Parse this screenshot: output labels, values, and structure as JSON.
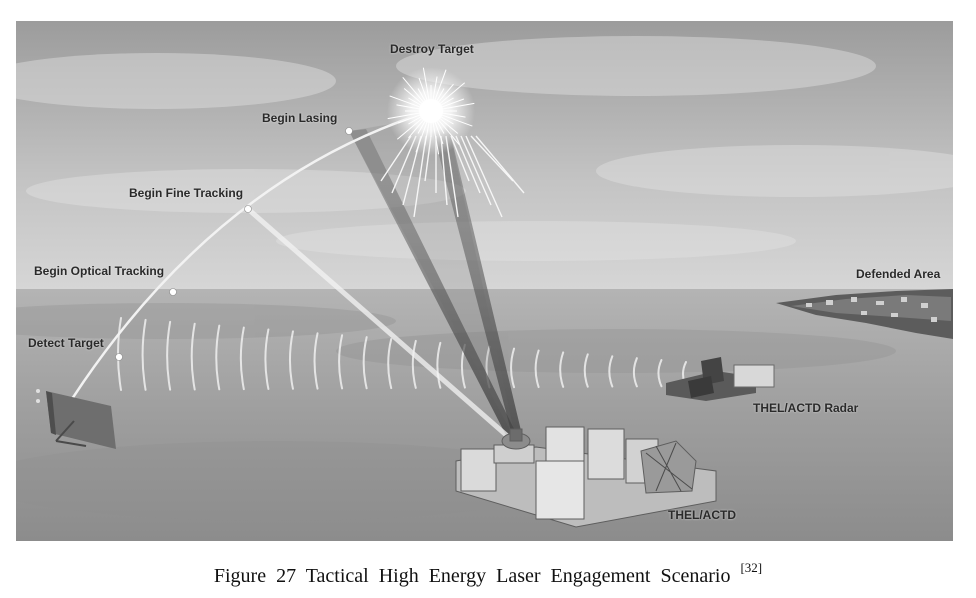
{
  "labels": {
    "destroy_target": "Destroy Target",
    "begin_lasing": "Begin Lasing",
    "begin_fine_tracking": "Begin Fine Tracking",
    "begin_optical_tracking": "Begin Optical Tracking",
    "detect_target": "Detect Target",
    "defended_area": "Defended Area",
    "radar": "THEL/ACTD Radar",
    "thel": "THEL/ACTD"
  },
  "caption": {
    "text": "Figure 27 Tactical High Energy Laser Engagement Scenario",
    "ref": "[32]"
  }
}
